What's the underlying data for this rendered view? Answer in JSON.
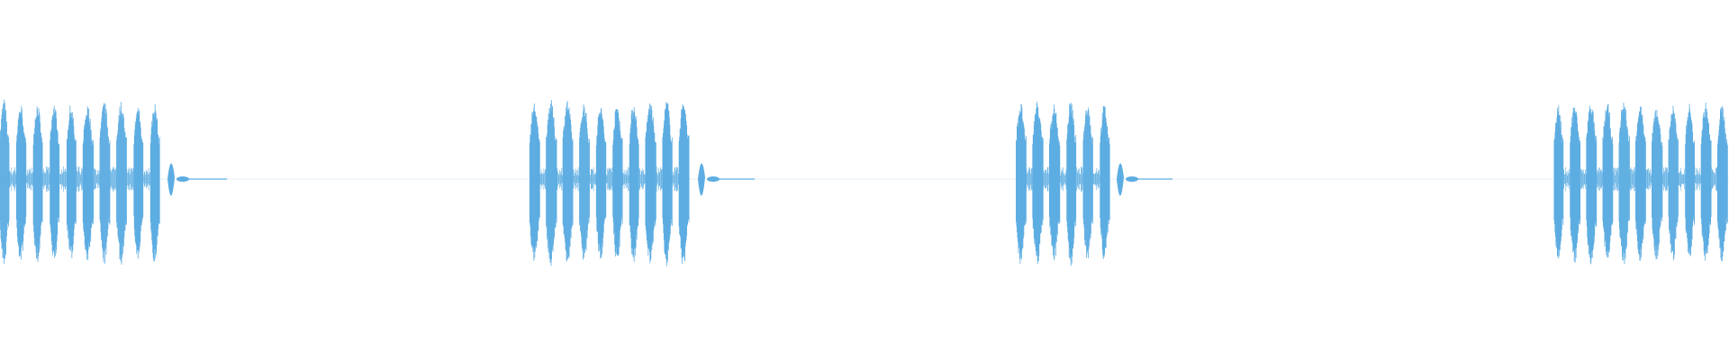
{
  "waveform": {
    "color": "#5dade2",
    "background": "#ffffff",
    "bursts": [
      {
        "id": "burst-1",
        "pulses": 10,
        "continues_from_left": true,
        "continues_to_right": false,
        "tail": "ringing"
      },
      {
        "id": "burst-2",
        "pulses": 10,
        "continues_from_left": false,
        "continues_to_right": false,
        "tail": "ringing"
      },
      {
        "id": "burst-3",
        "pulses": 6,
        "continues_from_left": false,
        "continues_to_right": false,
        "tail": "ringing"
      },
      {
        "id": "burst-4",
        "pulses": 11,
        "continues_from_left": false,
        "continues_to_right": true,
        "tail": "none"
      }
    ]
  }
}
